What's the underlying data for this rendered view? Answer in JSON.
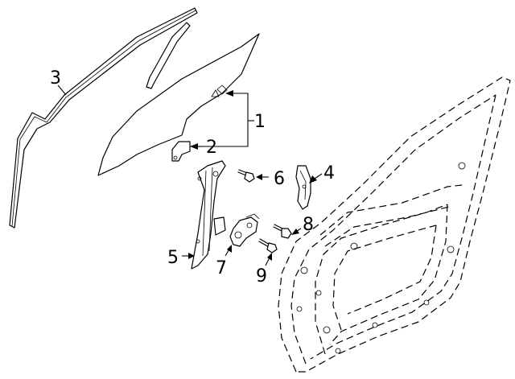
{
  "diagram": {
    "callouts": [
      {
        "id": "1",
        "label": "1",
        "part": "door-glass"
      },
      {
        "id": "2",
        "label": "2",
        "part": "glass-bracket"
      },
      {
        "id": "3",
        "label": "3",
        "part": "glass-run-channel"
      },
      {
        "id": "4",
        "label": "4",
        "part": "guide-bracket"
      },
      {
        "id": "5",
        "label": "5",
        "part": "window-regulator"
      },
      {
        "id": "6",
        "label": "6",
        "part": "bolt"
      },
      {
        "id": "7",
        "label": "7",
        "part": "regulator-motor"
      },
      {
        "id": "8",
        "label": "8",
        "part": "bolt"
      },
      {
        "id": "9",
        "label": "9",
        "part": "screw"
      }
    ]
  }
}
